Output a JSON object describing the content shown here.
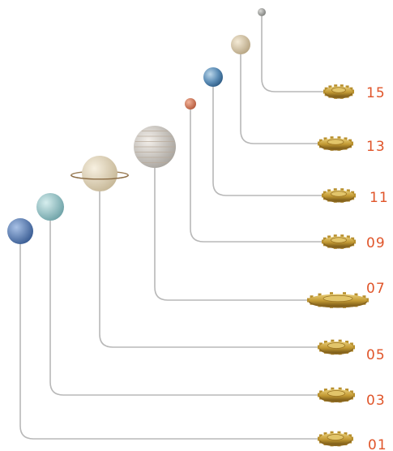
{
  "colors": {
    "label": "#e0552a",
    "arm": "#b8b8b8",
    "gear": "#c9a43c"
  },
  "models": [
    {
      "label": "15",
      "planet": "mercury-icon"
    },
    {
      "label": "13",
      "planet": "venus-icon"
    },
    {
      "label": "11",
      "planet": "earth-icon"
    },
    {
      "label": "09",
      "planet": "mars-icon"
    },
    {
      "label": "07",
      "planet": "jupiter-icon"
    },
    {
      "label": "05",
      "planet": "saturn-icon"
    },
    {
      "label": "03",
      "planet": "uranus-icon"
    },
    {
      "label": "01",
      "planet": "neptune-icon"
    }
  ]
}
